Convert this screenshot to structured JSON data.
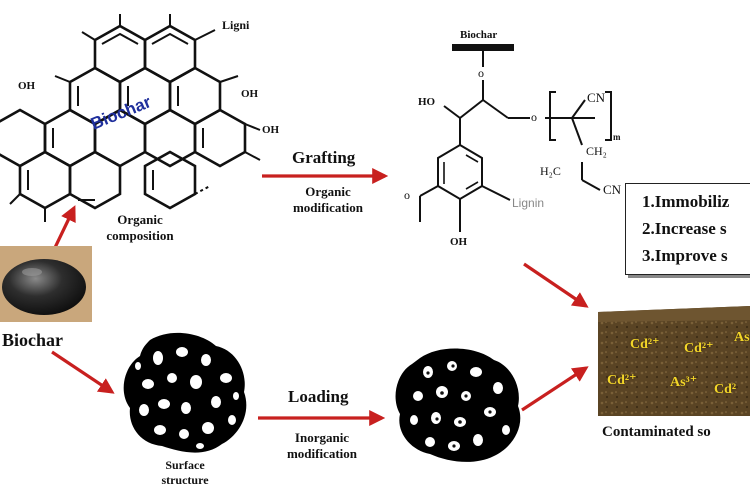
{
  "labels": {
    "lignin_top": "Ligni",
    "biochar_in_graphite": "Biochar",
    "oh_left": "OH",
    "oh_right1": "OH",
    "oh_right2": "OH",
    "organic_composition": [
      "Organic",
      "composition"
    ],
    "grafting": "Grafting",
    "organic_modification": [
      "Organic",
      "modification"
    ],
    "biochar_bar": "Biochar",
    "ho": "HO",
    "cn_top": "CN",
    "ch2": "CH₂",
    "h2c": "H₂C",
    "cn_bottom": "CN",
    "n_sub": "m",
    "lignin_struct": "Lignin",
    "oh_struct": "OH",
    "biochar_photo": "Biochar",
    "surface_structure": [
      "Surface",
      "structure"
    ],
    "loading": "Loading",
    "inorganic_modification": [
      "Inorganic",
      "modification"
    ],
    "contaminated_soil": "Contaminated so"
  },
  "results": [
    "1.Immobiliz",
    "2.Increase s",
    "3.Improve s"
  ],
  "soil_ions": [
    "Cd²⁺",
    "Cd²⁺",
    "As",
    "Cd²⁺",
    "As³⁺",
    "Cd²"
  ],
  "colors": {
    "arrow": "#c8201f",
    "soil": "#5a4424",
    "ion": "#f3d628"
  }
}
